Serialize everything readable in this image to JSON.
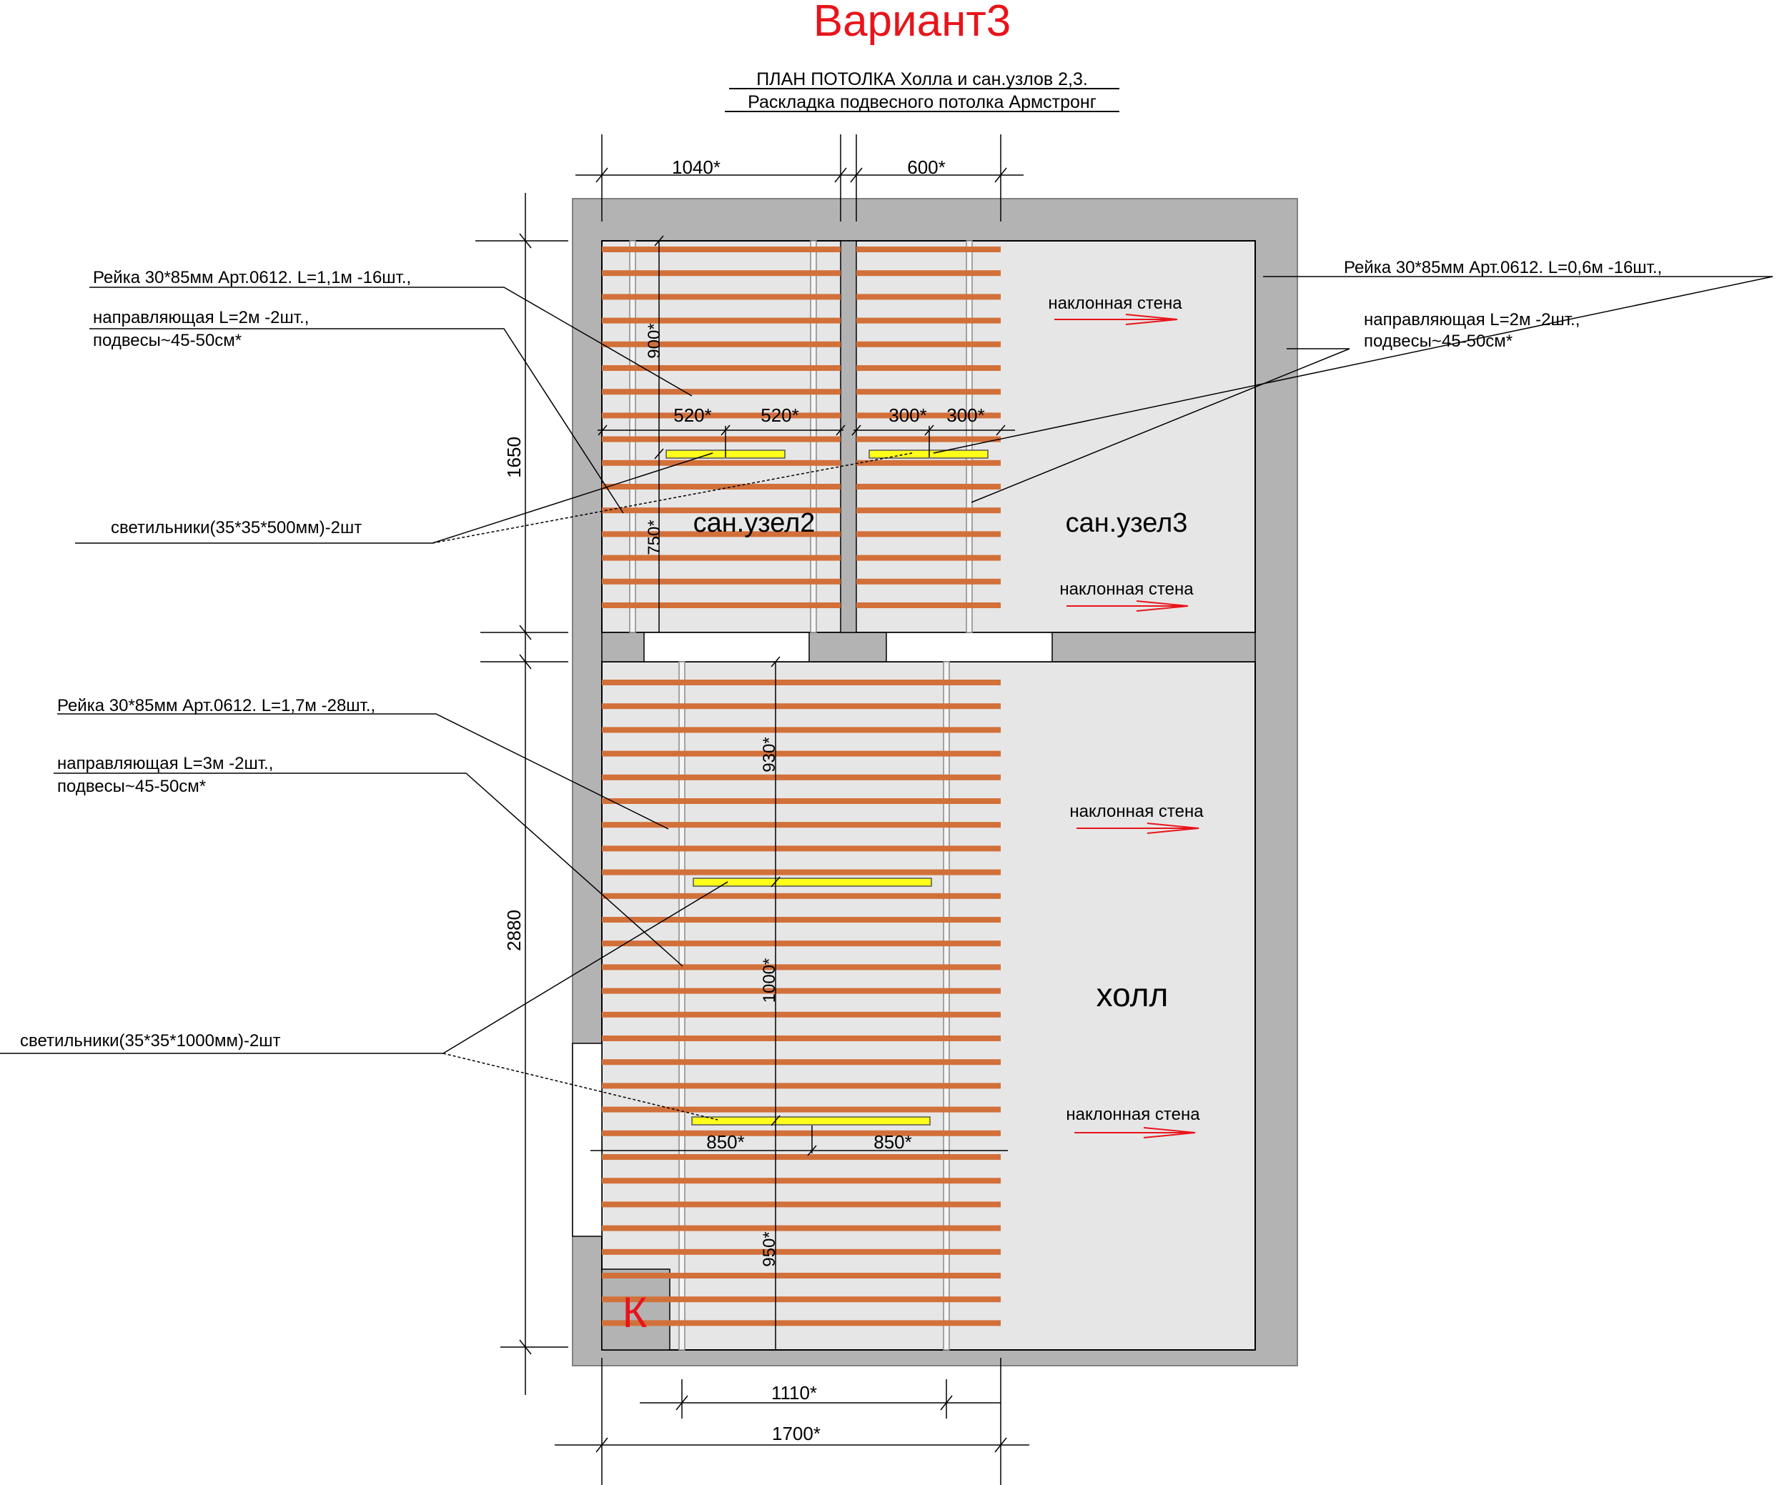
{
  "title": "Вариант3",
  "subtitle_1": "ПЛАН  ПОТОЛКА Холла и сан.узлов 2,3.",
  "subtitle_2": "Раскладка подвесного потолка Армстронг",
  "dims": {
    "top_1040": "1040*",
    "top_600": "600*",
    "left_1650": "1650",
    "left_2880": "2880",
    "bottom_1110": "1110*",
    "bottom_1700": "1700*",
    "v_900": "900*",
    "v_750": "750*",
    "v_930": "930*",
    "v_1000": "1000*",
    "v_950": "950*",
    "su2_520_a": "520*",
    "su2_520_b": "520*",
    "su3_300_a": "300*",
    "su3_300_b": "300*",
    "hall_850_a": "850*",
    "hall_850_b": "850*"
  },
  "notes": {
    "rail_su2": "Рейка 30*85мм Арт.0612. L=1,1м -16шт.,",
    "guide_su2_1": "направляющая L=2м -2шт.,",
    "guide_su2_2": "подвесы~45-50см*",
    "lamps_su": "светильники(35*35*500мм)-2шт",
    "rail_su3": "Рейка 30*85мм Арт.0612. L=0,6м -16шт.,",
    "guide_su3_1": "направляющая L=2м -2шт.,",
    "guide_su3_2": "подвесы~45-50см*",
    "rail_hall": "Рейка 30*85мм Арт.0612. L=1,7м -28шт.,",
    "guide_hall_1": "направляющая L=3м -2шт.,",
    "guide_hall_2": "подвесы~45-50см*",
    "lamps_hall": "светильники(35*35*1000мм)-2шт"
  },
  "rooms": {
    "su2": "сан.узел2",
    "su3": "сан.узел3",
    "hall": "холл",
    "k": "К"
  },
  "slope_labels": {
    "su3_top": "наклонная стена",
    "su3_bottom": "наклонная стена",
    "hall_top": "наклонная стена",
    "hall_bottom": "наклонная стена"
  },
  "colors": {
    "wall": "#b3b3b3",
    "room": "#e6e6e6",
    "rail": "#d2703a",
    "lamp": "#ffff1a",
    "accent": "#e8141b"
  }
}
